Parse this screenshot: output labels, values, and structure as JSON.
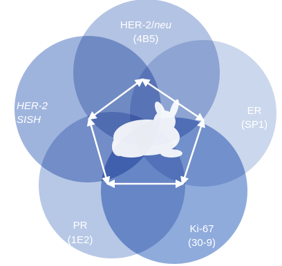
{
  "diagram": {
    "colors": {
      "background": "#ffffff",
      "label_text": "#ffffff",
      "arrow": "#ffffff"
    },
    "nodes": [
      {
        "id": "her2-neu",
        "label_main": "HER-2/",
        "label_italic": "neu",
        "label_sub": "(4B5)",
        "fill": "#9fb3db"
      },
      {
        "id": "er",
        "label_main": "ER",
        "label_sub": "(SP1)",
        "fill": "#cbd7ec"
      },
      {
        "id": "ki67",
        "label_main": "Ki-67",
        "label_sub": "(30-9)",
        "fill": "#6d93d2"
      },
      {
        "id": "pr",
        "label_main": "PR",
        "label_sub": "(1E2)",
        "fill": "#b7c8e6"
      },
      {
        "id": "her2-sish",
        "label_italic_line1": "HER-2",
        "label_italic_line2": "SISH",
        "fill": "#8ea7d8"
      }
    ],
    "center_icon": "rabbit-icon",
    "connection": "pentagon-double-headed-arrows"
  }
}
